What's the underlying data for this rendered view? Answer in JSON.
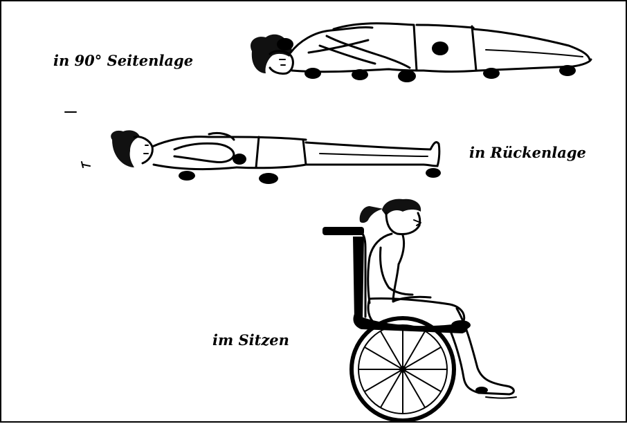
{
  "labels": {
    "side_lying": "in 90° Seitenlage",
    "supine": "in Rückenlage",
    "sitting": "im Sitzen"
  },
  "colors": {
    "ink": "#000000",
    "background": "#ffffff"
  }
}
